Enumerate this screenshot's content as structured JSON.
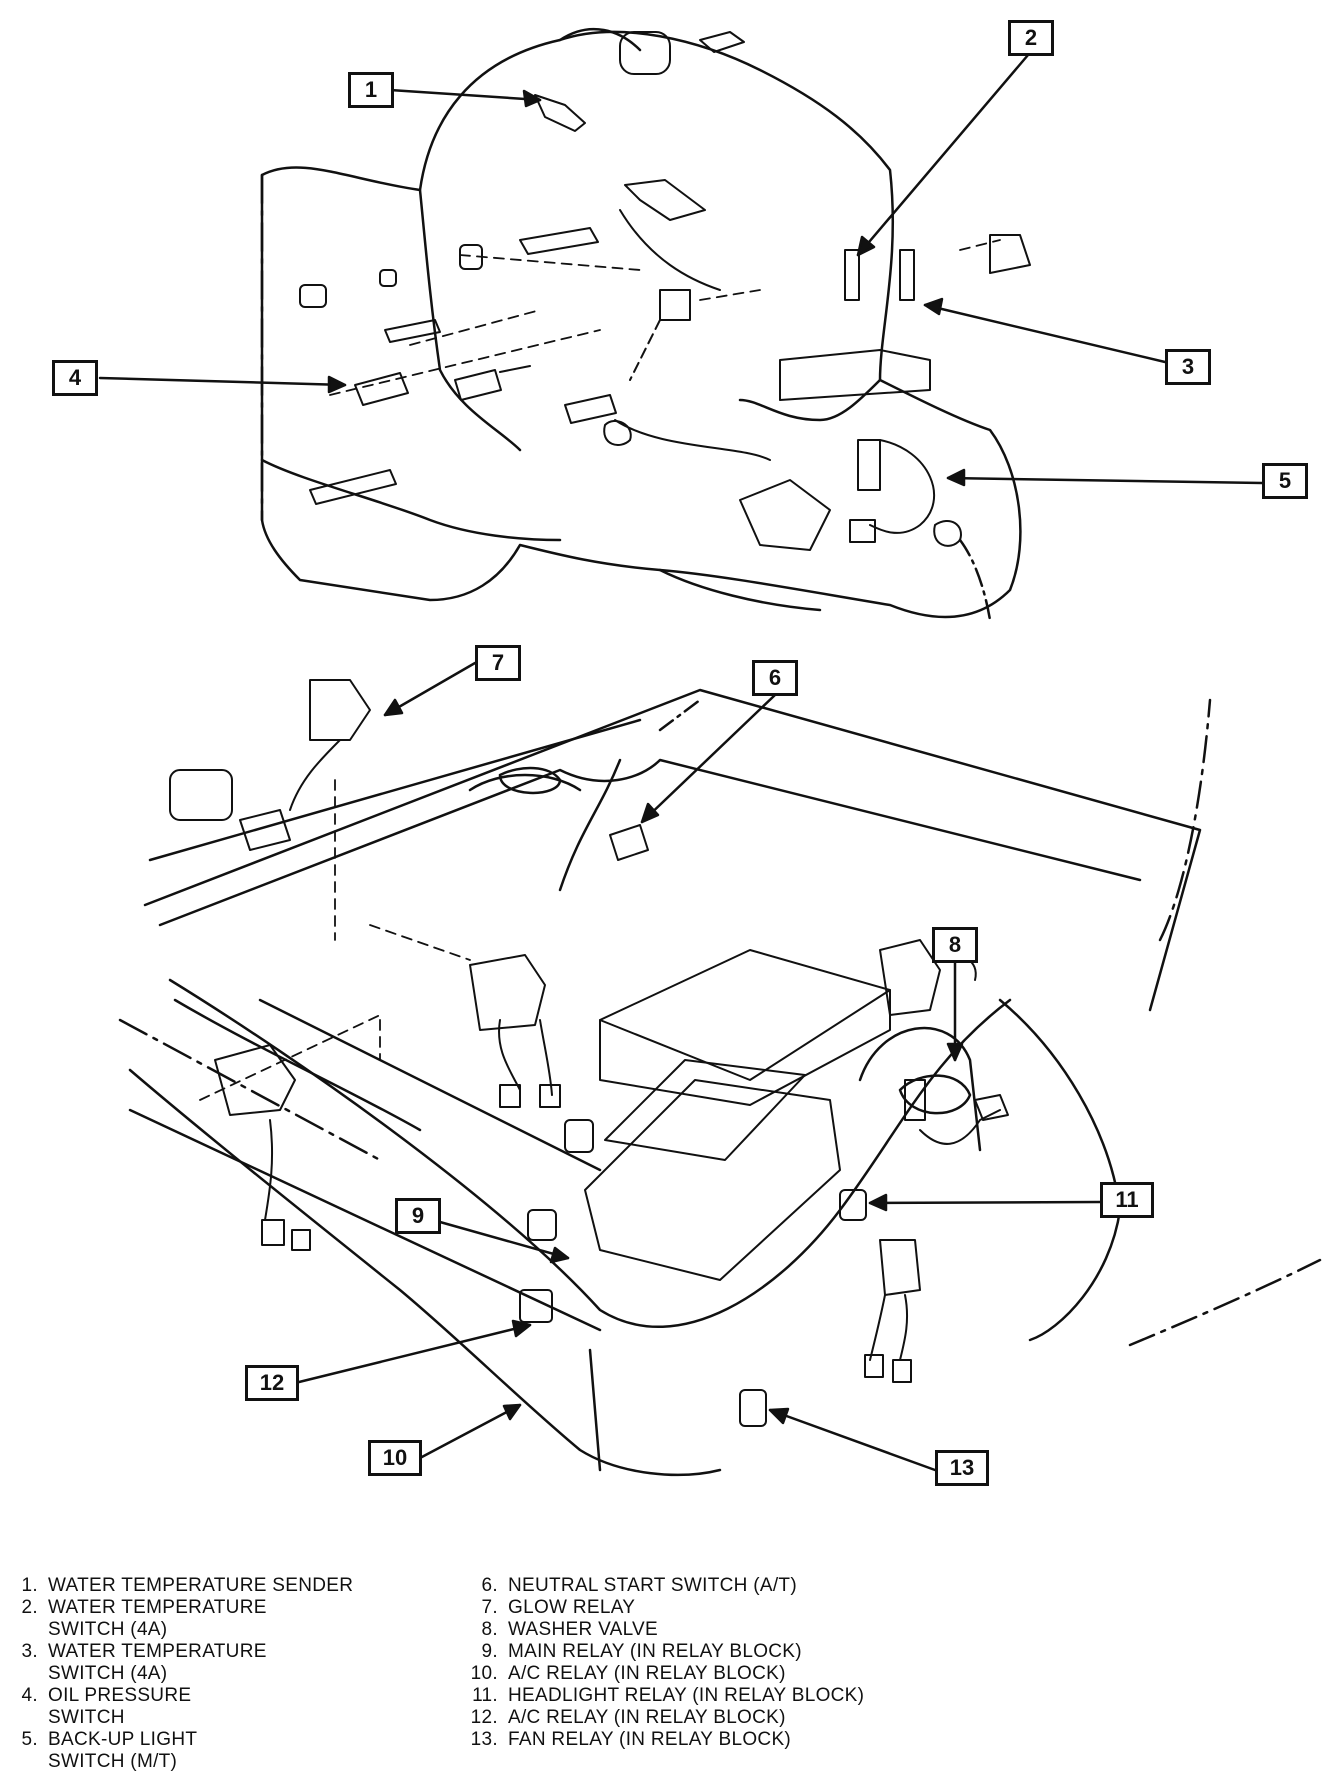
{
  "callouts": [
    "1",
    "2",
    "3",
    "4",
    "5",
    "6",
    "7",
    "8",
    "9",
    "10",
    "11",
    "12",
    "13"
  ],
  "legend": [
    {
      "num": "1.",
      "text": "WATER TEMPERATURE SENDER"
    },
    {
      "num": "2.",
      "text": "WATER TEMPERATURE\nSWITCH (4A)"
    },
    {
      "num": "3.",
      "text": "WATER TEMPERATURE\nSWITCH (4A)"
    },
    {
      "num": "4.",
      "text": "OIL PRESSURE\nSWITCH"
    },
    {
      "num": "5.",
      "text": "BACK-UP LIGHT\nSWITCH (M/T)"
    },
    {
      "num": "6.",
      "text": "NEUTRAL START SWITCH (A/T)"
    },
    {
      "num": "7.",
      "text": "GLOW RELAY"
    },
    {
      "num": "8.",
      "text": "WASHER VALVE"
    },
    {
      "num": "9.",
      "text": "MAIN RELAY (IN RELAY BLOCK)"
    },
    {
      "num": "10.",
      "text": "A/C RELAY (IN RELAY BLOCK)"
    },
    {
      "num": "11.",
      "text": "HEADLIGHT RELAY (IN RELAY BLOCK)"
    },
    {
      "num": "12.",
      "text": "A/C RELAY (IN RELAY BLOCK)"
    },
    {
      "num": "13.",
      "text": "FAN RELAY (IN RELAY BLOCK)"
    }
  ]
}
